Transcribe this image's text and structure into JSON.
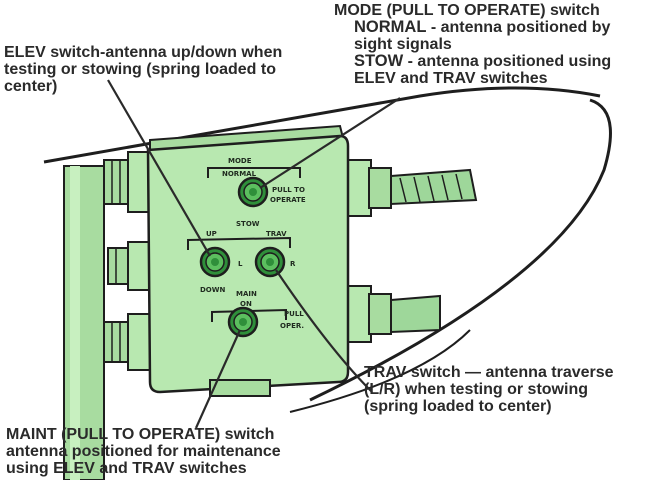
{
  "callouts": {
    "mode": {
      "title_strong": "MODE (PULL TO OPERATE)",
      "title_rest": " switch",
      "normal_key": "NORMAL",
      "normal_desc": " - antenna positioned by",
      "normal_desc2": "sight signals",
      "stow_key": "STOW",
      "stow_desc": " - antenna positioned using",
      "stow_desc2": "ELEV and TRAV switches"
    },
    "elev": {
      "line1": "ELEV switch-antenna up/down when",
      "line2": "testing or stowing (spring loaded to",
      "line3": "center)"
    },
    "trav": {
      "line1": "TRAV switch — antenna traverse",
      "line2": "(L/R) when testing or stowing",
      "line3": "(spring loaded to center)"
    },
    "maint": {
      "title_strong": "MAINT (PULL TO OPERATE)",
      "title_rest": " switch",
      "line2": "antenna positioned for maintenance",
      "line3": "using ELEV and TRAV switches"
    }
  },
  "panel_labels": {
    "mode": "MODE",
    "normal": "NORMAL",
    "pull_to": "PULL TO",
    "operate": "OPERATE",
    "stow": "STOW",
    "up": "UP",
    "trav": "TRAV",
    "l": "L",
    "r": "R",
    "down": "DOWN",
    "main": "MAIN",
    "on": "ON",
    "pull": "PULL",
    "oper": "OPER."
  },
  "colors": {
    "panel_green": "#b8e8b0",
    "panel_dark": "#7fc27a",
    "knob_green": "#2f8f3a",
    "outline": "#1e1e1e",
    "text": "#2a2a2a"
  }
}
